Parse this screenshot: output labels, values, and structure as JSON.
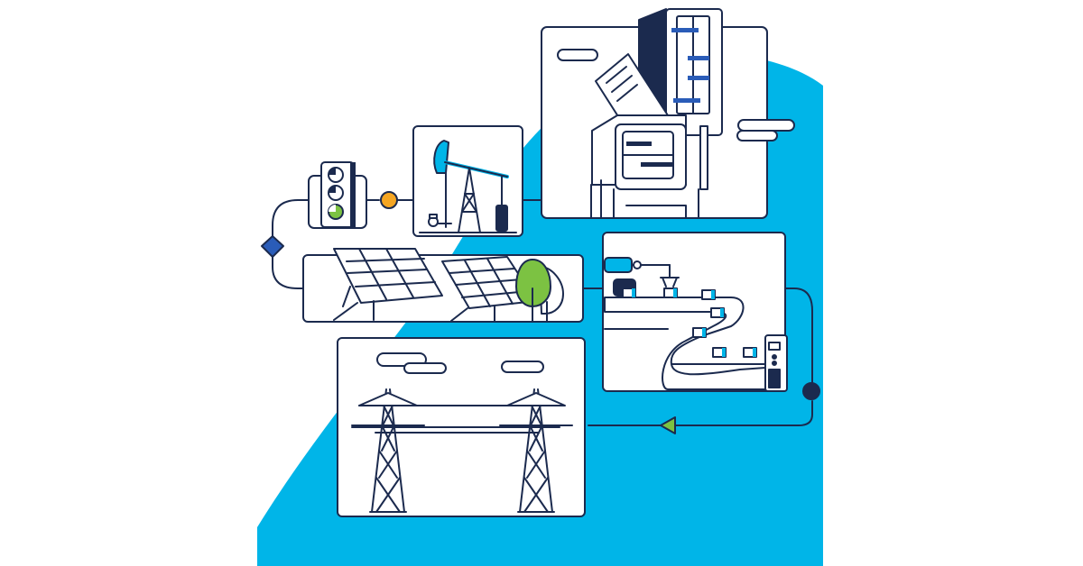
{
  "scene": {
    "description_label": "",
    "panels": [
      {
        "id": "data-center"
      },
      {
        "id": "oil-pump"
      },
      {
        "id": "traffic-light"
      },
      {
        "id": "solar-farm"
      },
      {
        "id": "factory-conveyor"
      },
      {
        "id": "power-transmission"
      }
    ]
  },
  "colors": {
    "navy": "#1b2a4e",
    "cyan": "#00b5e8",
    "blue": "#2a5cb8",
    "light_blue": "#dff3fb",
    "green": "#7cc242",
    "orange": "#f5a623",
    "white": "#ffffff"
  },
  "icons": [
    "traffic-light-icon",
    "oil-pump-icon",
    "server-rack-icon",
    "solar-panel-icon",
    "tree-icon",
    "robot-arm-icon",
    "conveyor-belt-icon",
    "transmission-tower-icon",
    "cloud-icon",
    "diamond-node-icon",
    "arrow-left-icon"
  ]
}
